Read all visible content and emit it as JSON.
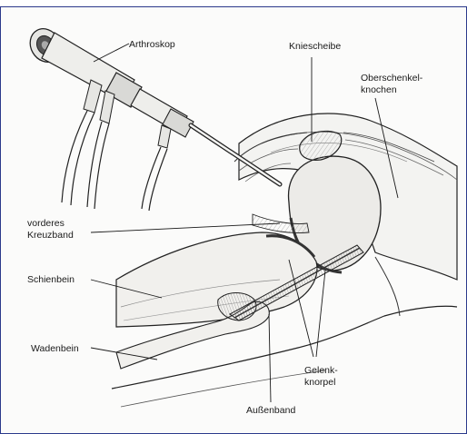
{
  "labels": {
    "arthroskop": "Arthroskop",
    "kniescheibe": "Kniescheibe",
    "oberschenkel_line1": "Oberschenkel-",
    "oberschenkel_line2": "knochen",
    "vorderes_line1": "vorderes",
    "vorderes_line2": "Kreuzband",
    "schienbein": "Schienbein",
    "wadenbein": "Wadenbein",
    "gelenk_line1": "Gelenk-",
    "gelenk_line2": "knorpel",
    "aussenband": "Außenband"
  },
  "colors": {
    "frame": "#2b3a8c",
    "ink": "#1a1a1a",
    "bone_shade": "#d9d9d6",
    "cartilage": "#555555"
  }
}
